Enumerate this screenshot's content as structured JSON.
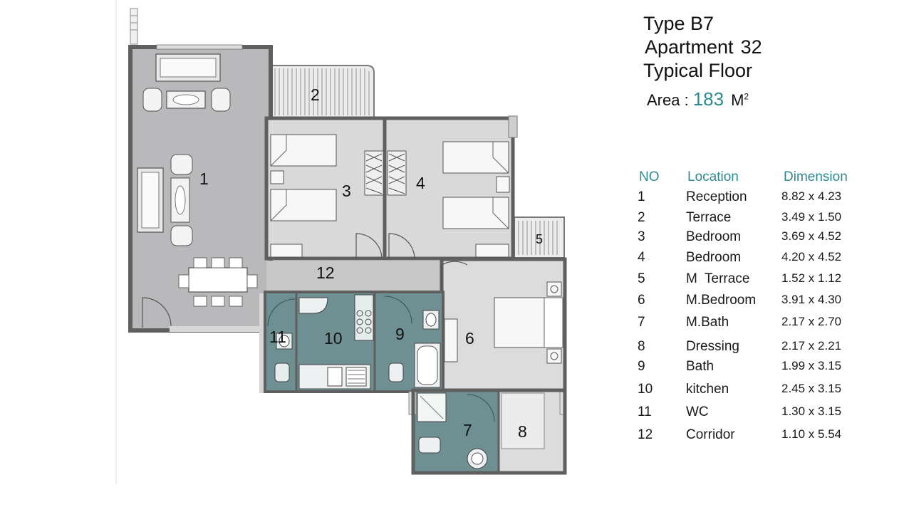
{
  "header": {
    "type": "Type B7",
    "apartment_label": "Apartment",
    "apartment_number": "32",
    "floor": "Typical Floor",
    "area_label": "Area :",
    "area_value": "183",
    "area_unit": "M",
    "area_unit_sup": "2"
  },
  "legend": {
    "headers": {
      "no": "NO",
      "location": "Location",
      "dimension": "Dimension"
    },
    "rows": [
      {
        "no": "1",
        "location": "Reception",
        "dimension": "8.82 x 4.23"
      },
      {
        "no": "2",
        "location": "Terrace",
        "dimension": "3.49 x 1.50"
      },
      {
        "no": "3",
        "location": "Bedroom",
        "dimension": "3.69 x 4.52"
      },
      {
        "no": "4",
        "location": "Bedroom",
        "dimension": "4.20 x 4.52"
      },
      {
        "no": "5",
        "location": "M  Terrace",
        "dimension": "1.52 x 1.12"
      },
      {
        "no": "6",
        "location": "M.Bedroom",
        "dimension": "3.91 x 4.30"
      },
      {
        "no": "7",
        "location": "M.Bath",
        "dimension": "2.17 x 2.70"
      },
      {
        "no": "8",
        "location": "Dressing",
        "dimension": "2.17 x 2.21"
      },
      {
        "no": "9",
        "location": "Bath",
        "dimension": "1.99 x 3.15"
      },
      {
        "no": "10",
        "location": "kitchen",
        "dimension": "2.45 x 3.15"
      },
      {
        "no": "11",
        "location": "WC",
        "dimension": "1.30 x 3.15"
      },
      {
        "no": "12",
        "location": "Corridor",
        "dimension": "1.10 x 5.54"
      }
    ]
  },
  "plan": {
    "room_labels": [
      "1",
      "2",
      "3",
      "4",
      "5",
      "6",
      "7",
      "8",
      "9",
      "10",
      "11",
      "12"
    ],
    "colors": {
      "wall": "#6b6b6b",
      "living": "#b9b9bb",
      "room": "#d9d9da",
      "wet": "#6f9093",
      "terrace": "#e7e7e7",
      "accent": "#2e8a8f"
    }
  }
}
